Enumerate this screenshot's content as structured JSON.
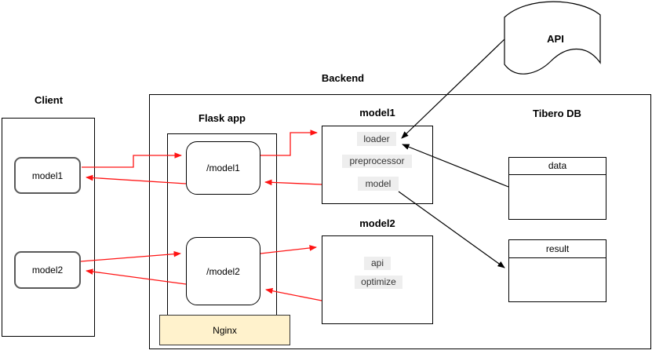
{
  "client": {
    "title": "Client",
    "nodes": [
      {
        "label": "model1"
      },
      {
        "label": "model2"
      }
    ]
  },
  "backend": {
    "title": "Backend",
    "flask_app": {
      "title": "Flask app",
      "routes": [
        {
          "label": "/model1"
        },
        {
          "label": "/model2"
        }
      ],
      "server": {
        "label": "Nginx"
      }
    },
    "model1": {
      "title": "model1",
      "components": [
        "loader",
        "preprocessor",
        "model"
      ]
    },
    "model2": {
      "title": "model2",
      "components": [
        "api",
        "optimize"
      ]
    },
    "tibero_db": {
      "title": "Tibero DB",
      "tables": [
        {
          "label": "data"
        },
        {
          "label": "result"
        }
      ]
    }
  },
  "api": {
    "label": "API"
  },
  "colors": {
    "arrow_red": "#ff1414",
    "arrow_black": "#000000",
    "nginx_fill": "#fff2cc",
    "component_chip_fill": "#eeeeee",
    "shape_stroke": "#000000"
  }
}
